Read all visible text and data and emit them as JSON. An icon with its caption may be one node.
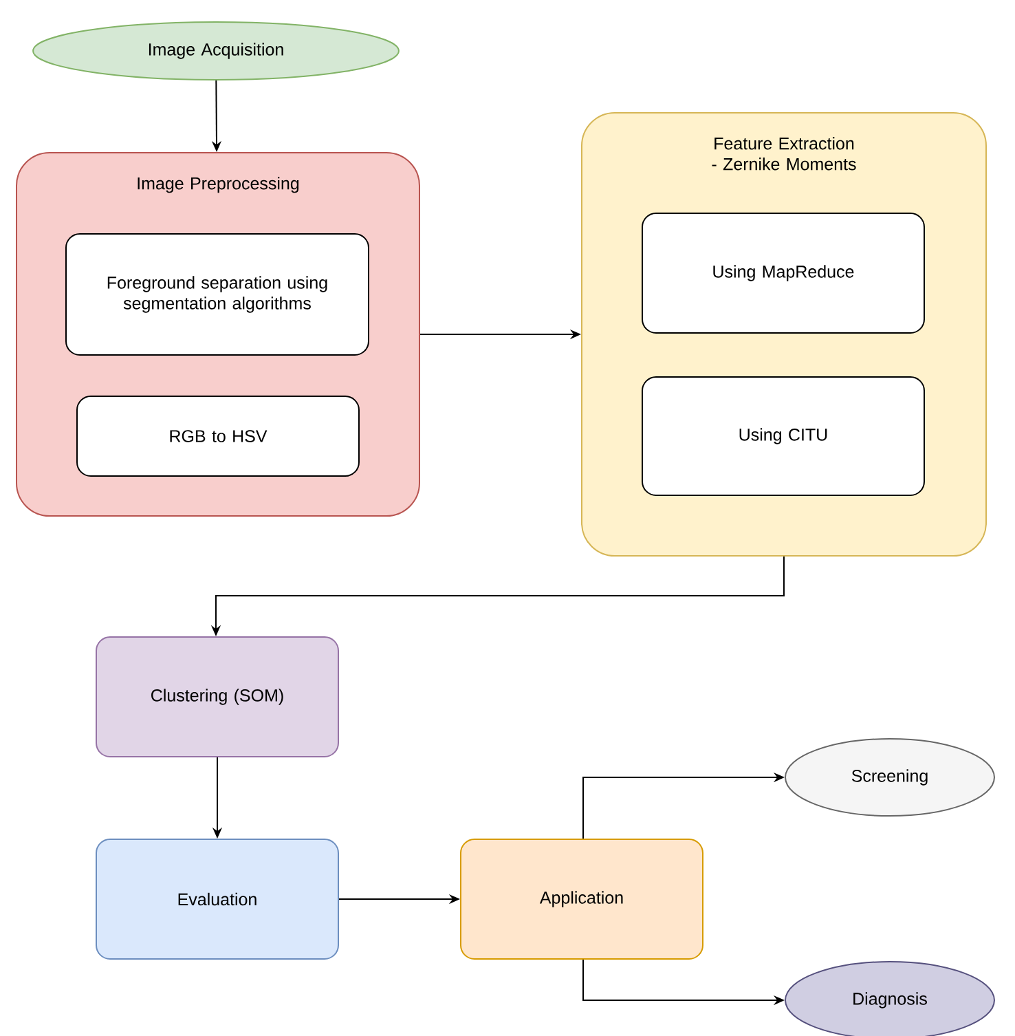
{
  "diagram": {
    "nodes": [
      {
        "text": [
          "Image Acquisition"
        ]
      },
      {
        "text": [
          "Image Preprocessing"
        ]
      },
      {
        "text": [
          "Foreground separation using segmentation algorithms"
        ],
        "in": 1
      },
      {
        "text": [
          "RGB to HSV"
        ],
        "in": 1
      },
      {
        "text": [
          "Feature Extraction - Zernike Moments"
        ]
      },
      {
        "text": [
          "Using MapReduce"
        ],
        "in": 4
      },
      {
        "text": [
          "Using CITU"
        ],
        "in": 4
      },
      {
        "text": [
          "Clustering (SOM)"
        ]
      },
      {
        "text": [
          "Evaluation"
        ]
      },
      {
        "text": [
          "Application"
        ]
      },
      {
        "text": [
          "Screening"
        ]
      },
      {
        "text": [
          "Diagnosis"
        ]
      }
    ],
    "edges": [
      {
        "from": 0,
        "to": 1,
        "arrow": "to"
      },
      {
        "from": 1,
        "to": 4,
        "arrow": "to"
      },
      {
        "from": 4,
        "to": 7,
        "arrow": "to"
      },
      {
        "from": 7,
        "to": 8,
        "arrow": "to"
      },
      {
        "from": 8,
        "to": 9,
        "arrow": "to"
      },
      {
        "from": 9,
        "to": 10,
        "arrow": "to"
      },
      {
        "from": 9,
        "to": 11,
        "arrow": "to"
      }
    ]
  }
}
